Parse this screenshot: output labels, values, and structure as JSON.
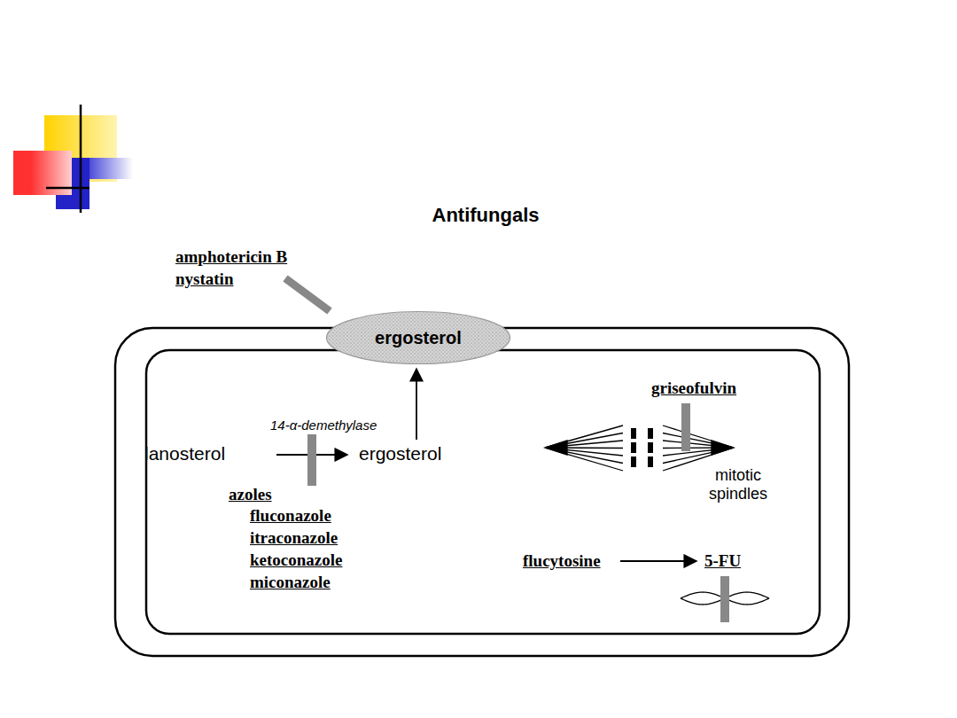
{
  "diagram": {
    "title": "Antifungals",
    "nodes": [
      {
        "text": [
          "ergosterol"
        ]
      }
    ],
    "labels": [
      "amphotericin B",
      "nystatin",
      "14-α-demethylase",
      "lanosterol",
      "ergosterol",
      "azoles",
      "fluconazole",
      "itraconazole",
      "ketoconazole",
      "miconazole",
      "griseofulvin",
      "mitotic spindles",
      "flucytosine",
      "5-FU"
    ]
  }
}
